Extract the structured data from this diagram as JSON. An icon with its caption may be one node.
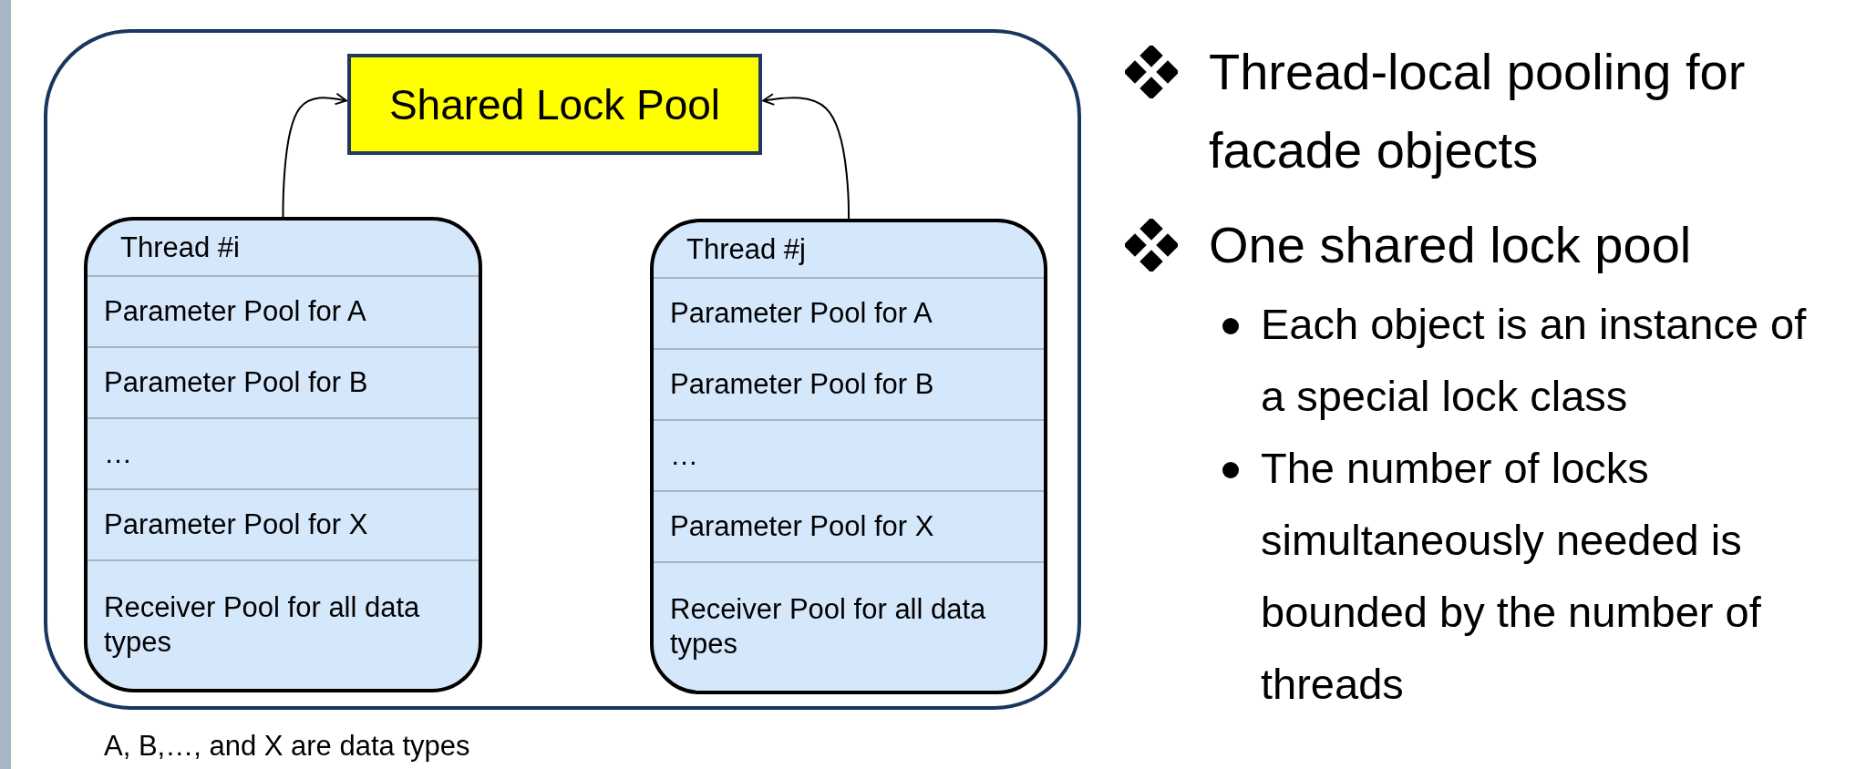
{
  "diagram": {
    "nodes": [
      {
        "text": [],
        "shape": "box"
      },
      {
        "text": [
          "Shared Lock Pool"
        ],
        "in": 0
      },
      {
        "text": [
          "Thread #i",
          "Parameter Pool for A",
          "Parameter Pool for B",
          "…",
          "Parameter Pool for X",
          "Receiver Pool for all data types"
        ],
        "in": 0
      },
      {
        "text": [
          "Thread #j",
          "Parameter Pool for A",
          "Parameter Pool for B",
          "…",
          "Parameter Pool for X",
          "Receiver Pool for all data types"
        ],
        "in": 0
      }
    ],
    "edges": [
      {
        "from": 2,
        "to": 1,
        "arrow": "to"
      },
      {
        "from": 3,
        "to": 1,
        "arrow": "to"
      }
    ],
    "labels": [
      "A, B,…, and X are data types",
      "Thread-local pooling for facade objects",
      "One shared lock pool",
      "Each object is an instance of a special lock class",
      "The number of locks simultaneously needed is bounded by the number of threads"
    ]
  }
}
